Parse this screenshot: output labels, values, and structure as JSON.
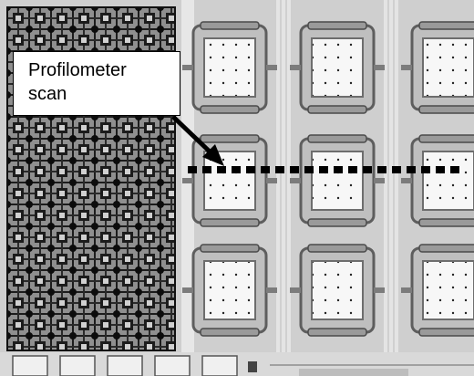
{
  "annotation": {
    "label": "Profilometer\nscan"
  },
  "colors": {
    "background": "#cfcfcf",
    "array_dark": "#1c1c1c",
    "array_light": "#8f8f8f",
    "pad_frame": "#6d6d6d",
    "pad_fill": "#f7f7f7",
    "dot": "#222222",
    "scan_line": "#000000",
    "arrow": "#000000"
  },
  "icons": [
    "arrow",
    "dotted-scan-line"
  ]
}
